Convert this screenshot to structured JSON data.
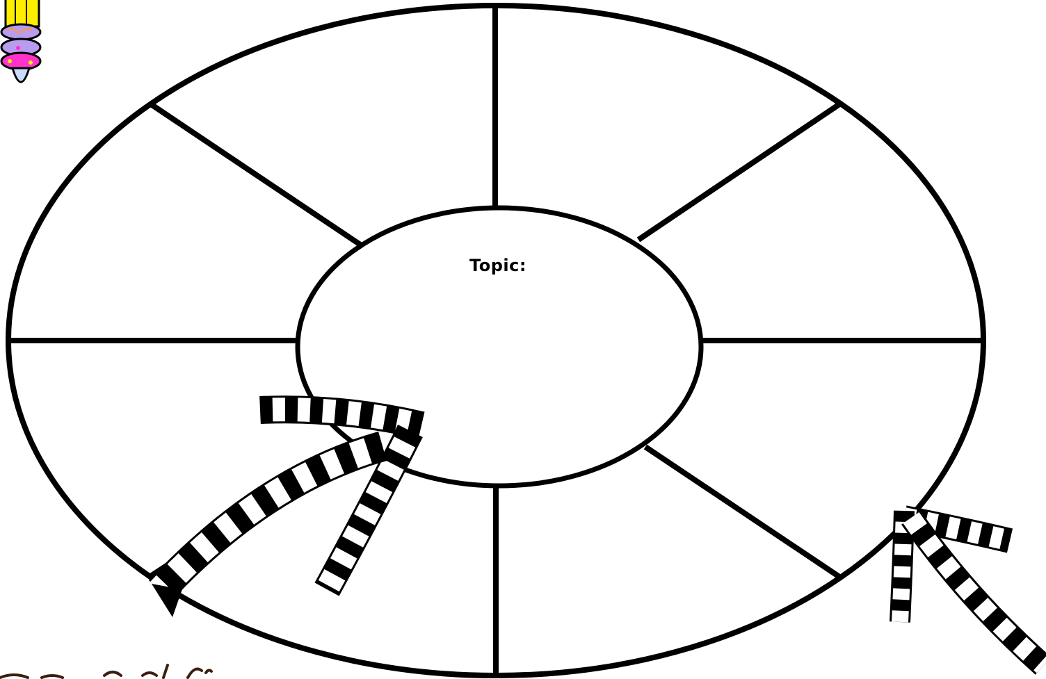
{
  "diagram": {
    "type": "circle-web-organizer",
    "segments": 8,
    "center": {
      "label": "Topic:"
    }
  },
  "colors": {
    "line": "#000000",
    "background": "#ffffff",
    "pencil_yellow": "#ffee00",
    "pencil_band_purple": "#b79cf0",
    "pencil_band_pink": "#ff33cc",
    "pencil_tip_blue": "#c8dcff",
    "doodle_stroke": "#3b1f10"
  },
  "icons": [
    "pencil-decoration-icon",
    "striped-streamer-decoration",
    "signature-scribble"
  ]
}
